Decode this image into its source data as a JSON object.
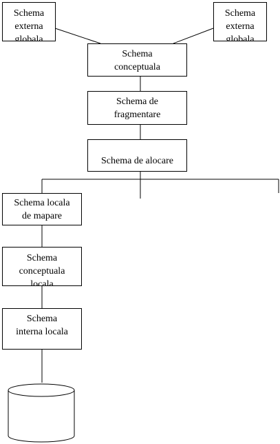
{
  "diagram": {
    "boxes": {
      "ext_left": "Schema\nexterna\nglobala",
      "ext_right": "Schema\nexterna\nglobala",
      "conceptual": "Schema\nconceptuala",
      "fragment": "Schema de\nfragmentare",
      "alocare": "Schema de alocare",
      "locala_mapare": "Schema locala\nde mapare",
      "conceptuala_locala": "Schema\nconceptuala\nlocala",
      "interna_locala": "Schema\ninterna locala"
    },
    "storage_icon": "database-cylinder-icon"
  }
}
